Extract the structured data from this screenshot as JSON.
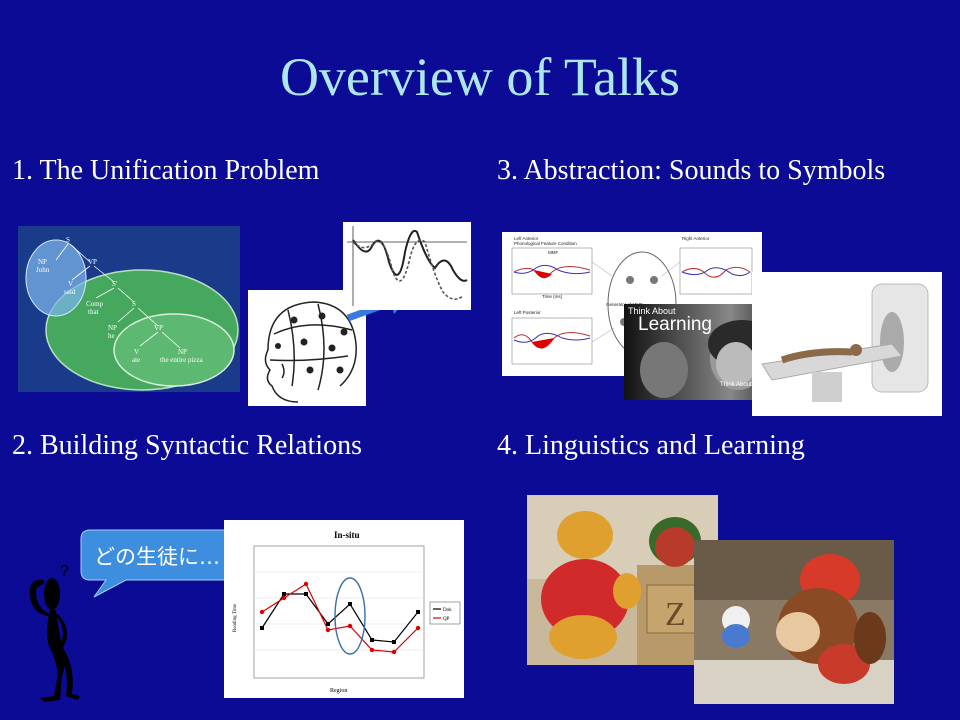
{
  "slide": {
    "title": "Overview of Talks",
    "topics": [
      "1. The Unification Problem",
      "2. Building Syntactic Relations",
      "3. Abstraction: Sounds to Symbols",
      "4. Linguistics and Learning"
    ]
  },
  "tree": {
    "nodes": [
      "S",
      "NP",
      "John",
      "VP",
      "V",
      "said",
      "S'",
      "Comp",
      "that",
      "S",
      "NP",
      "he",
      "VP",
      "V",
      "ate",
      "NP",
      "the entire pizza"
    ]
  },
  "meg_panel": {
    "left_anterior": "Left Anterior",
    "right_anterior": "Right Anterior",
    "left_posterior": "Left Posterior",
    "condition": "Phonological Feature Condition",
    "generator": "Generator of MMF",
    "mmf": "MMF",
    "time_axis": "Time (ms)"
  },
  "book_cover": {
    "line1": "Think About",
    "line2": "Learning",
    "corner": "Think About It"
  },
  "speech_bubble": {
    "text": "どの生徒に…"
  },
  "insitu_chart": {
    "title": "In-situ",
    "legend": [
      "Dok",
      "QP"
    ],
    "xlabel": "Region",
    "ylabel": "Reading Time"
  },
  "toys": {
    "block_letter": "Z"
  }
}
